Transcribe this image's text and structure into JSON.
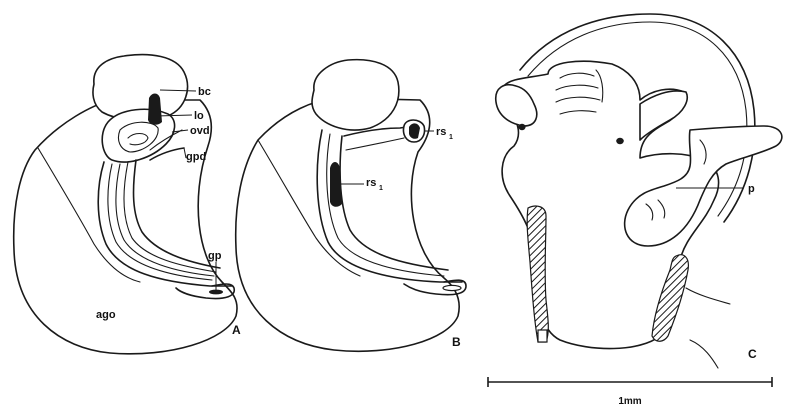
{
  "figure": {
    "panel_a": {
      "letter": "A",
      "labels": {
        "bc": "bc",
        "lo": "lo",
        "ovd": "ovd",
        "gpd": "gpd",
        "gp": "gp",
        "ago": "ago"
      }
    },
    "panel_b": {
      "letter": "B",
      "labels": {
        "rs1": "rs",
        "rs1_sub": "1",
        "rs2": "rs",
        "rs2_sub": "1"
      }
    },
    "panel_c": {
      "letter": "C",
      "labels": {
        "p": "p"
      }
    },
    "scale_bar": {
      "label": "1mm"
    }
  }
}
